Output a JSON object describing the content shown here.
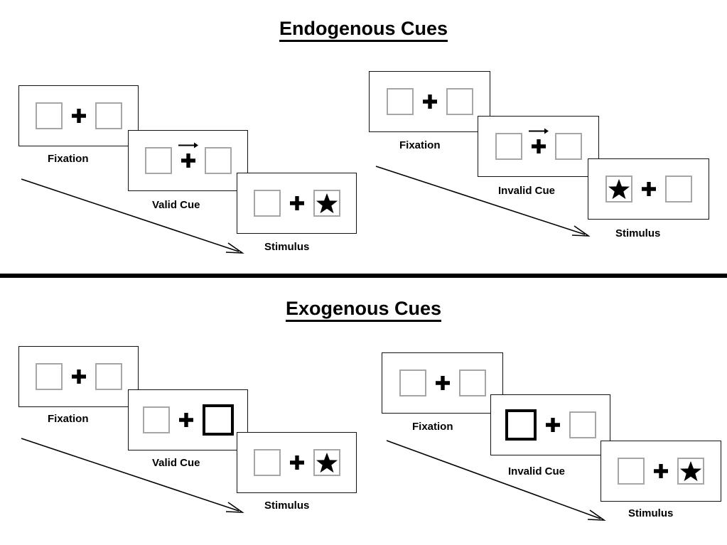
{
  "figure": {
    "title_top": "Endogenous Cues",
    "title_bottom": "Exogenous Cues",
    "divider_color": "#000000",
    "background_color": "#ffffff"
  },
  "icons": {
    "plus": "plus-fixation-cross",
    "star": "star-target",
    "arrow_right": "right-arrow-cue-icon",
    "time_arrow": "diagonal-time-arrow"
  },
  "colors": {
    "slot_border": "#a6a6a6",
    "cued_slot_border": "#000000",
    "panel_border": "#111111",
    "ink": "#000000"
  },
  "sections": [
    {
      "id": "endogenous",
      "title": "Endogenous Cues",
      "sequences": [
        {
          "id": "endogenous-valid",
          "condition": "Valid",
          "frames": [
            {
              "caption": "Fixation",
              "left_slot": "empty",
              "right_slot": "empty",
              "cue": "none"
            },
            {
              "caption": "Valid Cue",
              "left_slot": "empty",
              "right_slot": "empty",
              "cue": "arrow-right"
            },
            {
              "caption": "Stimulus",
              "left_slot": "empty",
              "right_slot": "star",
              "cue": "none"
            }
          ]
        },
        {
          "id": "endogenous-invalid",
          "condition": "Invalid",
          "frames": [
            {
              "caption": "Fixation",
              "left_slot": "empty",
              "right_slot": "empty",
              "cue": "none"
            },
            {
              "caption": "Invalid Cue",
              "left_slot": "empty",
              "right_slot": "empty",
              "cue": "arrow-right"
            },
            {
              "caption": "Stimulus",
              "left_slot": "star",
              "right_slot": "empty",
              "cue": "none"
            }
          ]
        }
      ]
    },
    {
      "id": "exogenous",
      "title": "Exogenous Cues",
      "sequences": [
        {
          "id": "exogenous-valid",
          "condition": "Valid",
          "frames": [
            {
              "caption": "Fixation",
              "left_slot": "empty",
              "right_slot": "empty",
              "cue": "none"
            },
            {
              "caption": "Valid Cue",
              "left_slot": "empty",
              "right_slot": "highlight",
              "cue": "none"
            },
            {
              "caption": "Stimulus",
              "left_slot": "empty",
              "right_slot": "star",
              "cue": "none"
            }
          ]
        },
        {
          "id": "exogenous-invalid",
          "condition": "Invalid",
          "frames": [
            {
              "caption": "Fixation",
              "left_slot": "empty",
              "right_slot": "empty",
              "cue": "none"
            },
            {
              "caption": "Invalid Cue",
              "left_slot": "highlight",
              "right_slot": "empty",
              "cue": "none"
            },
            {
              "caption": "Stimulus",
              "left_slot": "empty",
              "right_slot": "star",
              "cue": "none"
            }
          ]
        }
      ]
    }
  ]
}
